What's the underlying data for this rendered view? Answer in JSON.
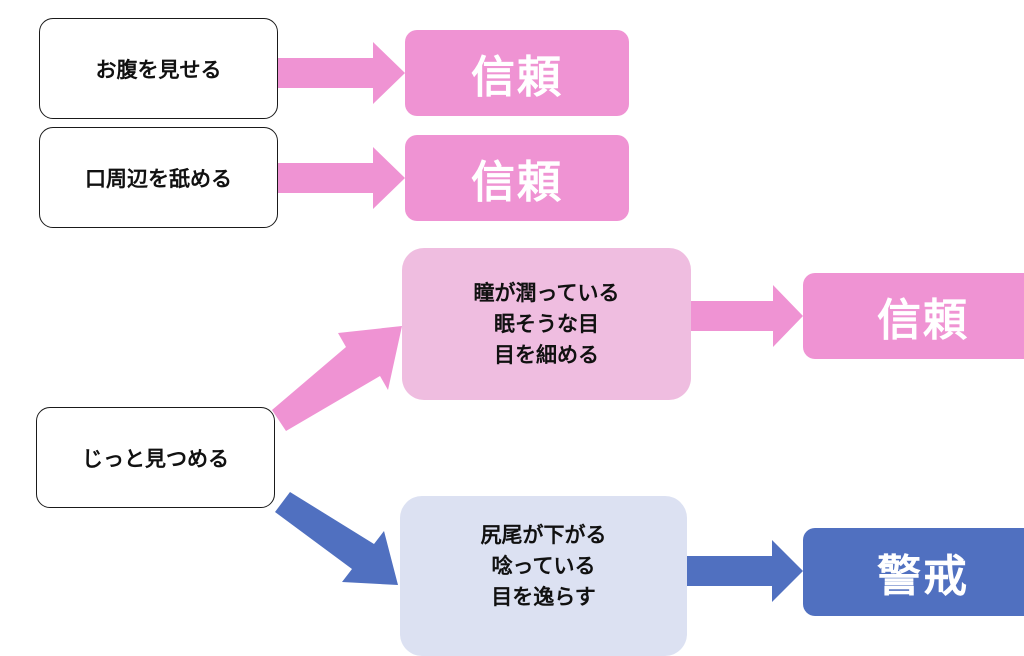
{
  "colors": {
    "trust": "#ef93d3",
    "trust_light": "#efbde0",
    "caution": "#5070c0",
    "caution_light": "#dce1f2",
    "border": "#1a1a1a"
  },
  "rows": [
    {
      "behavior": "お腹を見せる",
      "result": "信頼"
    },
    {
      "behavior": "口周辺を舐める",
      "result": "信頼"
    }
  ],
  "stare": {
    "behavior": "じっと見つめる",
    "branches": [
      {
        "signs": [
          "瞳が潤っている",
          "眠そうな目",
          "目を細める"
        ],
        "result": "信頼"
      },
      {
        "signs": [
          "尻尾が下がる",
          "唸っている",
          "目を逸らす"
        ],
        "result": "警戒"
      }
    ]
  }
}
